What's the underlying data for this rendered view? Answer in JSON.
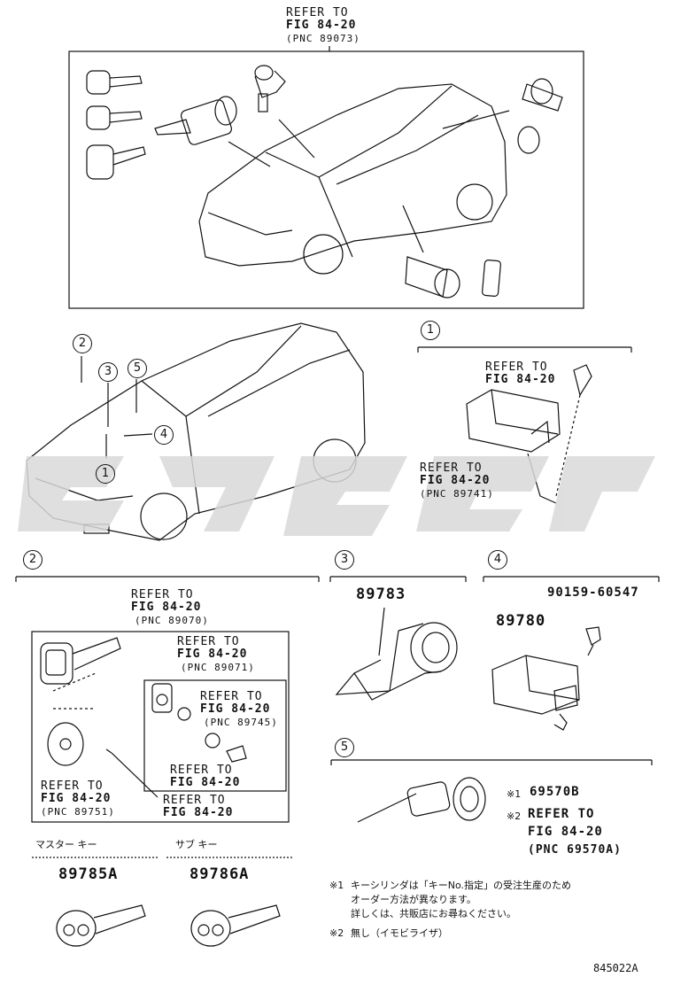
{
  "top_box": {
    "refer": "REFER TO",
    "fig": "FIG 84-20",
    "pnc": "(PNC 89073)"
  },
  "callouts": {
    "c1": "1",
    "c2": "2",
    "c3": "3",
    "c4": "4",
    "c5": "5"
  },
  "section1": {
    "num": "1",
    "ref_a": {
      "refer": "REFER TO",
      "fig": "FIG 84-20"
    },
    "ref_b": {
      "refer": "REFER TO",
      "fig": "FIG 84-20",
      "pnc": "(PNC 89741)"
    }
  },
  "section2": {
    "num": "2",
    "ref_top": {
      "refer": "REFER TO",
      "fig": "FIG 84-20",
      "pnc": "(PNC 89070)"
    },
    "ref_inner": {
      "refer": "REFER TO",
      "fig": "FIG 84-20",
      "pnc": "(PNC 89071)"
    },
    "ref_chip": {
      "refer": "REFER TO",
      "fig": "FIG 84-20",
      "pnc": "(PNC 89745)"
    },
    "ref_case": {
      "refer": "REFER TO",
      "fig": "FIG 84-20"
    },
    "ref_left": {
      "refer": "REFER TO",
      "fig": "FIG 84-20",
      "pnc": "(PNC 89751)"
    },
    "ref_screw": {
      "refer": "REFER TO",
      "fig": "FIG 84-20"
    }
  },
  "section3": {
    "num": "3",
    "part": "89783"
  },
  "section4": {
    "num": "4",
    "bolt": "90159-60547",
    "part": "89780"
  },
  "section5": {
    "num": "5",
    "mark1": "※1",
    "part": "69570B",
    "mark2": "※2",
    "refer": "REFER TO",
    "fig": "FIG 84-20",
    "pnc": "(PNC 69570A)"
  },
  "keys": {
    "master_label": "マスター キー",
    "master_part": "89785A",
    "sub_label": "サブ キー",
    "sub_part": "89786A"
  },
  "notes": {
    "n1_mark": "※1",
    "n1_line1": "キーシリンダは「キーNo.指定」の受注生産のため",
    "n1_line2": "オーダー方法が異なります。",
    "n1_line3": "詳しくは、共販店にお尋ねください。",
    "n2_mark": "※2",
    "n2_line1": "無し（イモビライザ）"
  },
  "footer": {
    "code": "845022A"
  },
  "colors": {
    "watermark": "#d9d9d9",
    "line": "#111111"
  }
}
